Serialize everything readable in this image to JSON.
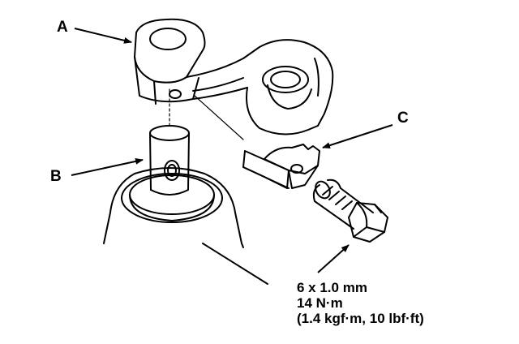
{
  "labels": {
    "a": "A",
    "b": "B",
    "c": "C"
  },
  "bolt_spec": {
    "size": "6 x 1.0 mm",
    "torque_nm": "14 N·m",
    "torque_alt": "(1.4 kgf·m, 10 lbf·ft)"
  },
  "colors": {
    "line": "#000000",
    "background": "#ffffff"
  }
}
